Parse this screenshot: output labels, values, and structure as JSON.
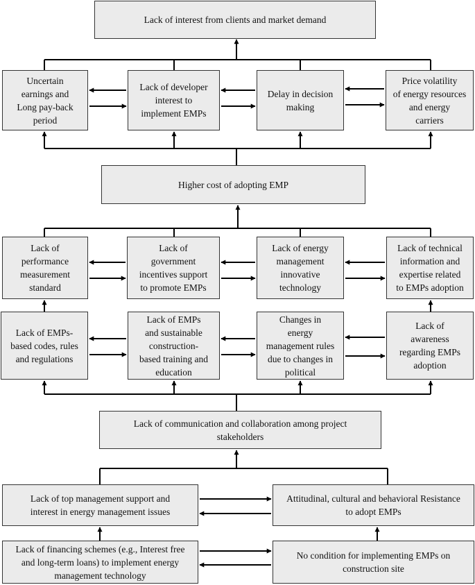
{
  "nodes": {
    "top": "Lack of interest from clients and market demand",
    "uncertain": "Uncertain\nearnings and\nLong pay-back\nperiod",
    "developer": "Lack of developer\ninterest to\nimplement EMPs",
    "delay": "Delay in decision\nmaking",
    "price": "Price volatility\nof energy resources\nand energy\ncarriers",
    "cost": "Higher cost of adopting EMP",
    "performance": "Lack of\nperformance\nmeasurement\nstandard",
    "government": "Lack of\ngovernment\nincentives support\nto promote EMPs",
    "innovative": "Lack of energy\nmanagement\ninnovative\ntechnology",
    "technical": "Lack of technical\ninformation and\nexpertise related\nto EMPs adoption",
    "codes": "Lack of EMPs-\nbased codes, rules\nand regulations",
    "training": "Lack of EMPs\nand sustainable\nconstruction-\nbased training and\neducation",
    "political": "Changes in\nenergy\nmanagement rules\ndue to changes in\npolitical",
    "awareness": "Lack of\nawareness\nregarding EMPs\nadoption",
    "communication": "Lack of communication and collaboration among project\nstakeholders",
    "top_management": "Lack of top management support and\ninterest in energy management issues",
    "attitudinal": "Attitudinal, cultural and behavioral Resistance\nto adopt EMPs",
    "financing": "Lack of financing schemes (e.g., Interest free\nand long-term loans) to implement energy\nmanagement technology",
    "no_condition": "No condition for implementing EMPs on\nconstruction site"
  },
  "colors": {
    "box_fill": "#ebebeb",
    "box_border": "#333333",
    "connector": "#000000",
    "text": "#111111"
  }
}
